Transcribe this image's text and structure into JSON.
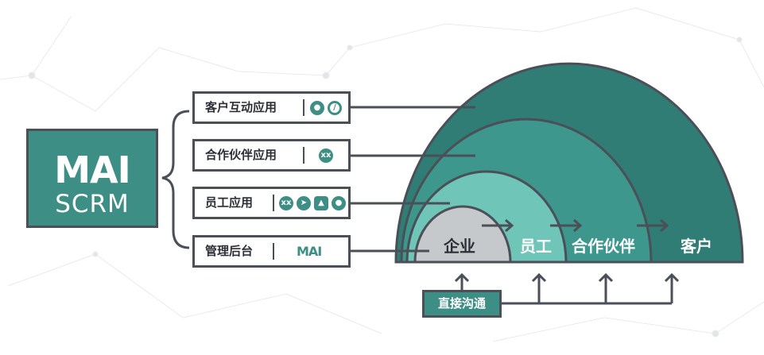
{
  "logo": {
    "brand": "MAI",
    "product": "SCRM"
  },
  "apps": [
    {
      "label": "客户互动应用",
      "icons": [
        "wechat-icon",
        "weibo-icon"
      ]
    },
    {
      "label": "合作伙伴应用",
      "icons": [
        "mai-xx-icon"
      ]
    },
    {
      "label": "员工应用",
      "icons": [
        "mai-xx-icon",
        "dingtalk-icon",
        "android-icon",
        "apple-icon"
      ]
    },
    {
      "label": "管理后台",
      "icons": [
        "mai-logo-icon"
      ]
    }
  ],
  "mini_logo": "MAI",
  "rings": [
    {
      "label": "企业"
    },
    {
      "label": "员工"
    },
    {
      "label": "合作伙伴"
    },
    {
      "label": "客户"
    }
  ],
  "direct": {
    "label": "直接沟通"
  },
  "colors": {
    "teal_dark": "#2f7d74",
    "teal_mid": "#3d978d",
    "teal_light": "#6fc5b8",
    "core_gray": "#c5c9cc",
    "outline": "#4b4f58"
  }
}
